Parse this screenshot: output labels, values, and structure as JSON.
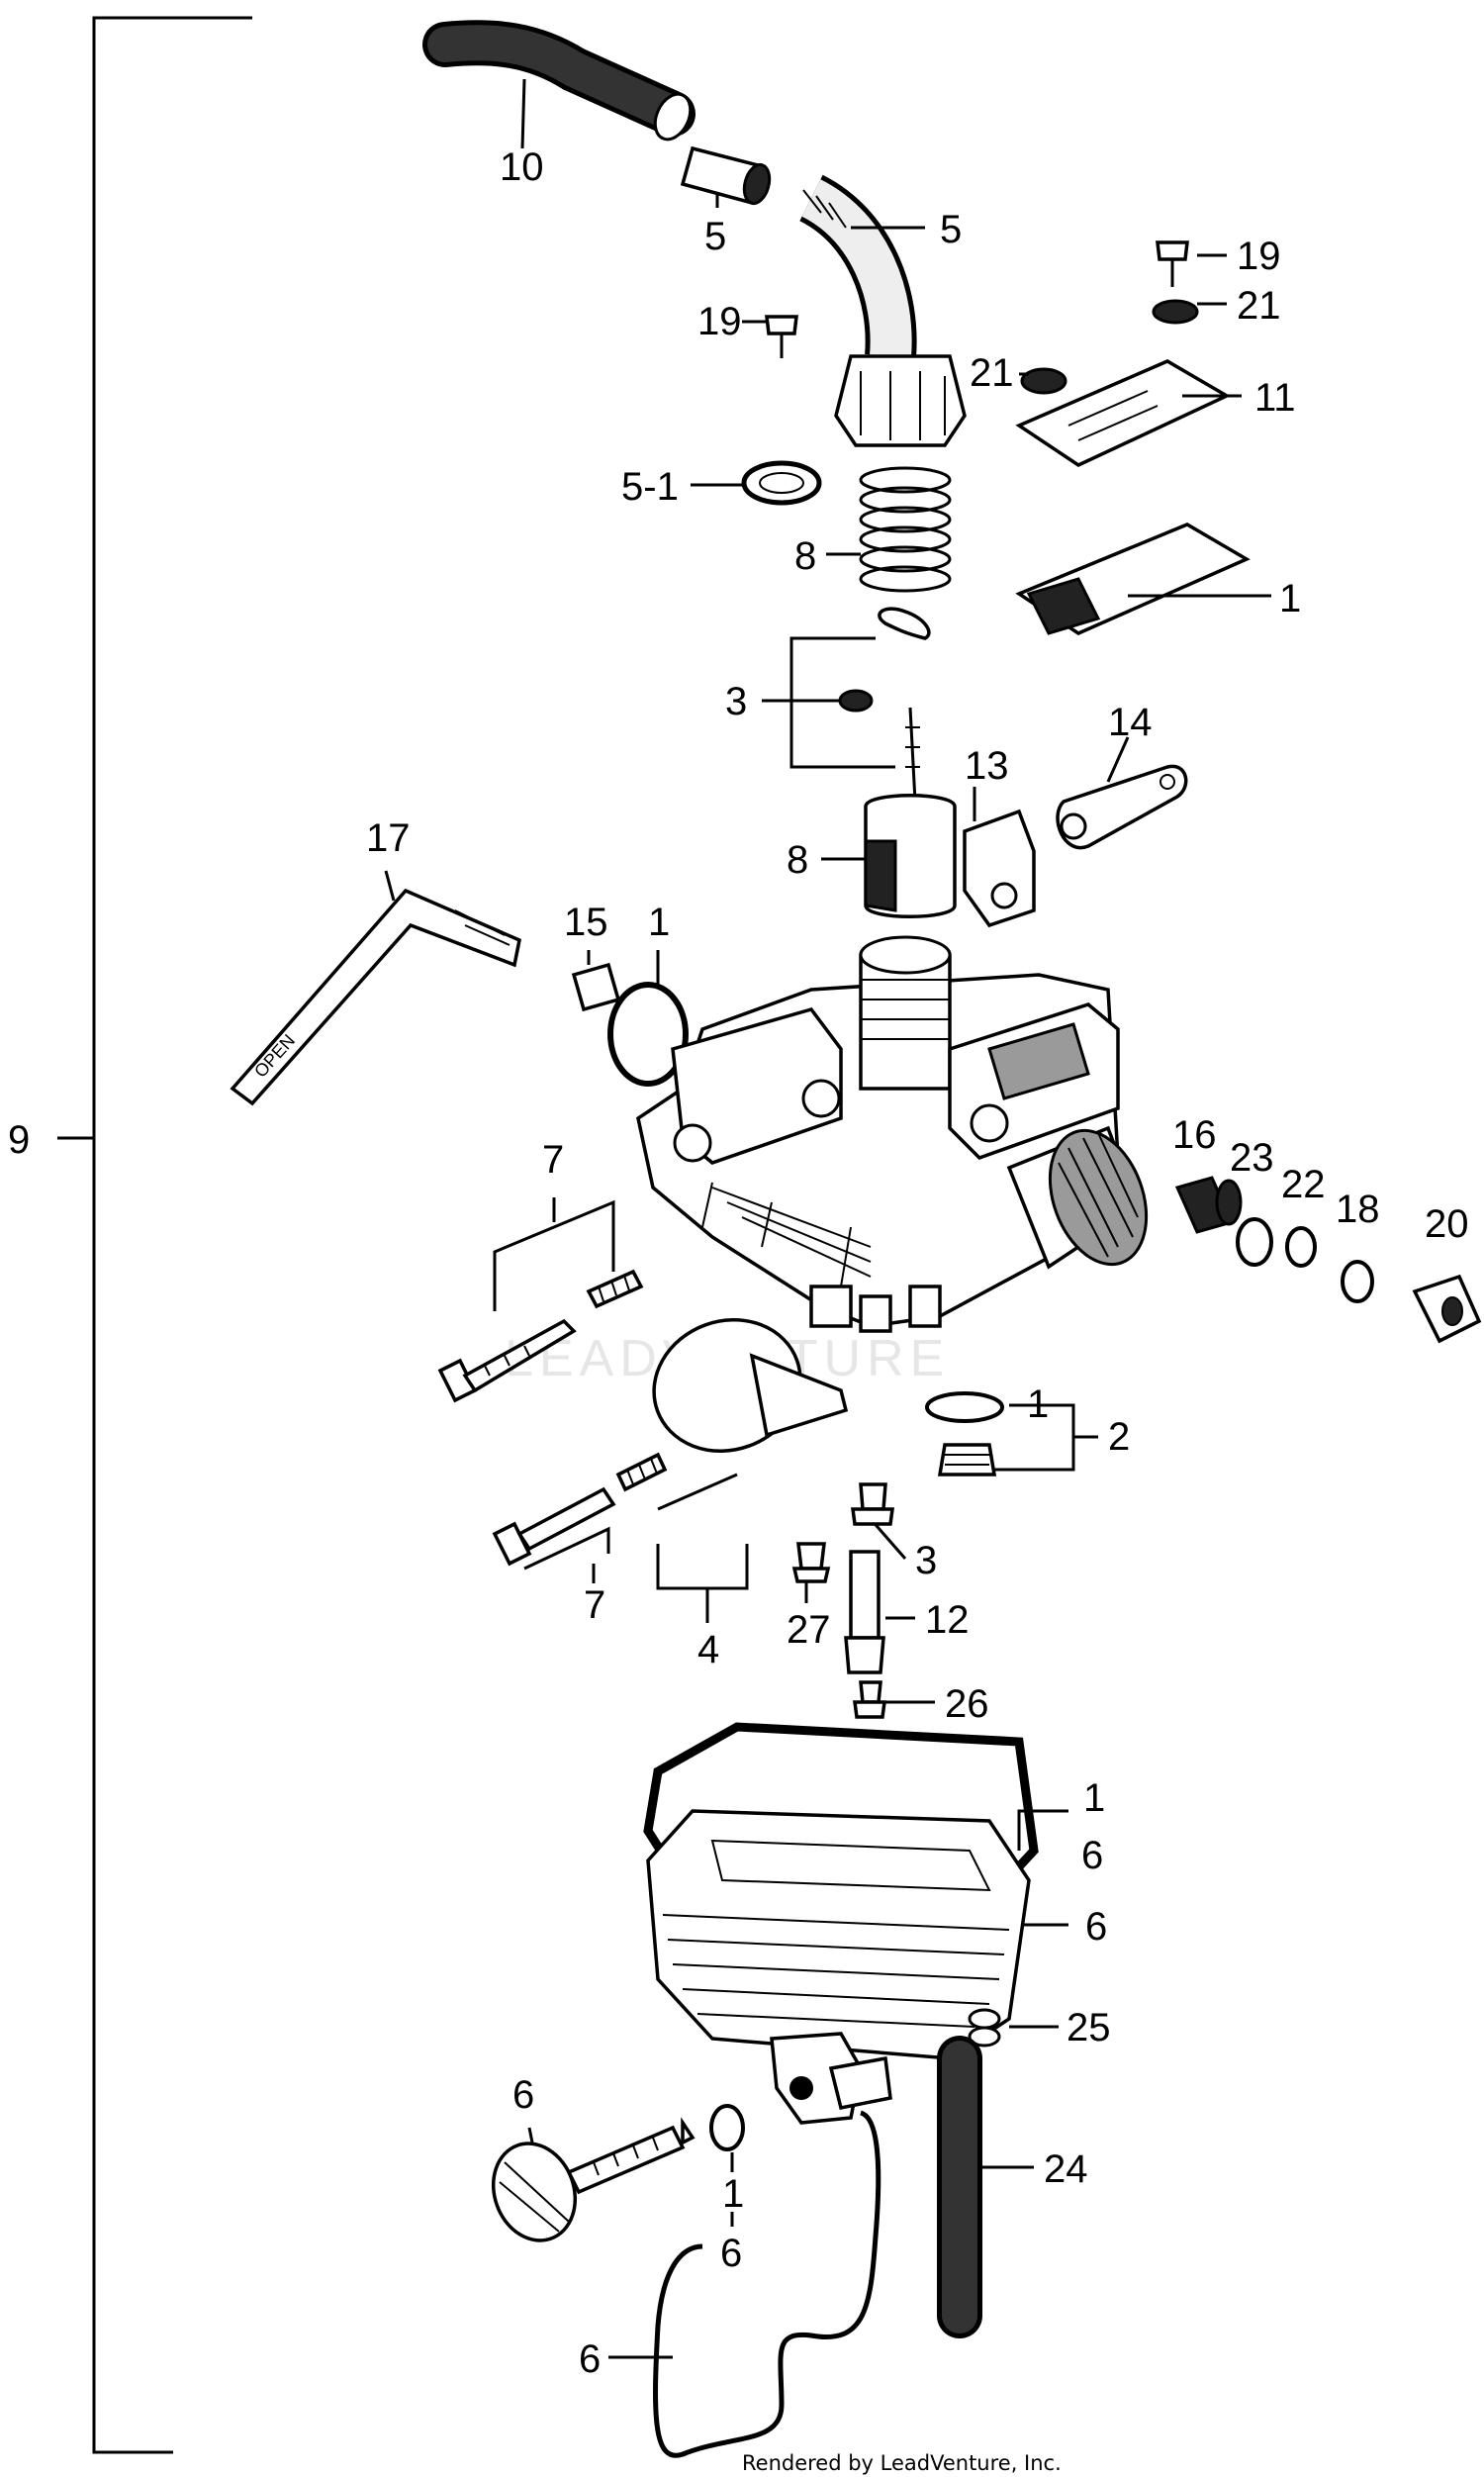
{
  "diagram": {
    "watermark": "LEADVENTURE",
    "credit": "Rendered by LeadVenture, Inc.",
    "callouts": [
      {
        "id": "c10",
        "text": "10"
      },
      {
        "id": "c5a",
        "text": "5"
      },
      {
        "id": "c5b",
        "text": "5"
      },
      {
        "id": "c19a",
        "text": "19"
      },
      {
        "id": "c21a",
        "text": "21"
      },
      {
        "id": "c19b",
        "text": "19"
      },
      {
        "id": "c21b",
        "text": "21"
      },
      {
        "id": "c11",
        "text": "11"
      },
      {
        "id": "c51",
        "text": "5-1"
      },
      {
        "id": "c8a",
        "text": "8"
      },
      {
        "id": "c1a",
        "text": "1"
      },
      {
        "id": "c3a",
        "text": "3"
      },
      {
        "id": "c14",
        "text": "14"
      },
      {
        "id": "c13",
        "text": "13"
      },
      {
        "id": "c8b",
        "text": "8"
      },
      {
        "id": "c17",
        "text": "17"
      },
      {
        "id": "c15",
        "text": "15"
      },
      {
        "id": "c1b",
        "text": "1"
      },
      {
        "id": "c9",
        "text": "9"
      },
      {
        "id": "c16",
        "text": "16"
      },
      {
        "id": "c23",
        "text": "23"
      },
      {
        "id": "c22",
        "text": "22"
      },
      {
        "id": "c18",
        "text": "18"
      },
      {
        "id": "c20",
        "text": "20"
      },
      {
        "id": "c7a",
        "text": "7"
      },
      {
        "id": "c1c",
        "text": "1"
      },
      {
        "id": "c2",
        "text": "2"
      },
      {
        "id": "c3b",
        "text": "3"
      },
      {
        "id": "c7b",
        "text": "7"
      },
      {
        "id": "c4",
        "text": "4"
      },
      {
        "id": "c27",
        "text": "27"
      },
      {
        "id": "c12",
        "text": "12"
      },
      {
        "id": "c26",
        "text": "26"
      },
      {
        "id": "c1d",
        "text": "1"
      },
      {
        "id": "c6a",
        "text": "6"
      },
      {
        "id": "c6b",
        "text": "6"
      },
      {
        "id": "c25",
        "text": "25"
      },
      {
        "id": "c6c",
        "text": "6"
      },
      {
        "id": "c24",
        "text": "24"
      },
      {
        "id": "c1e",
        "text": "1"
      },
      {
        "id": "c6d",
        "text": "6"
      },
      {
        "id": "c6e",
        "text": "6"
      }
    ]
  }
}
